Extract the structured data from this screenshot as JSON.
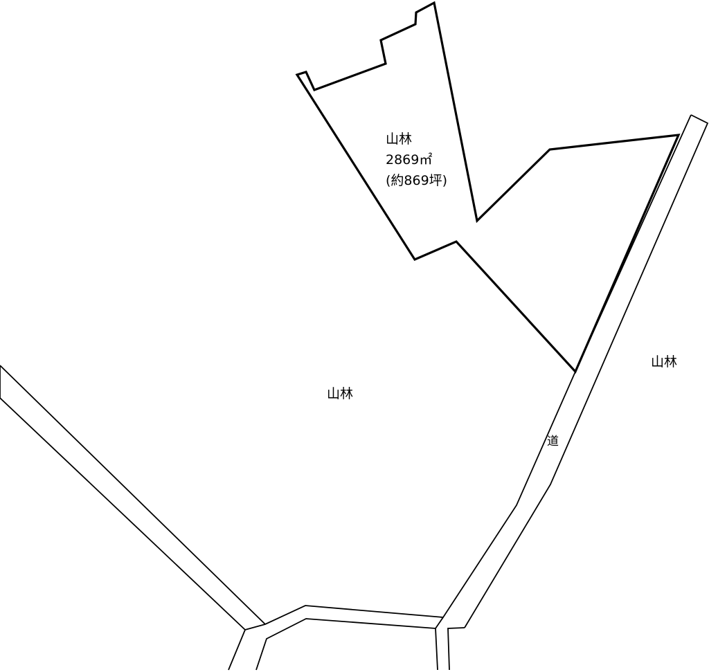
{
  "subject_parcel": {
    "category": "山林",
    "area_sqm": "2869㎡",
    "area_tsubo": "(約869坪)"
  },
  "surrounding": {
    "left_area": "山林",
    "right_area": "山林"
  },
  "road": {
    "label": "道"
  },
  "colors": {
    "line": "#000000",
    "background": "#ffffff"
  }
}
